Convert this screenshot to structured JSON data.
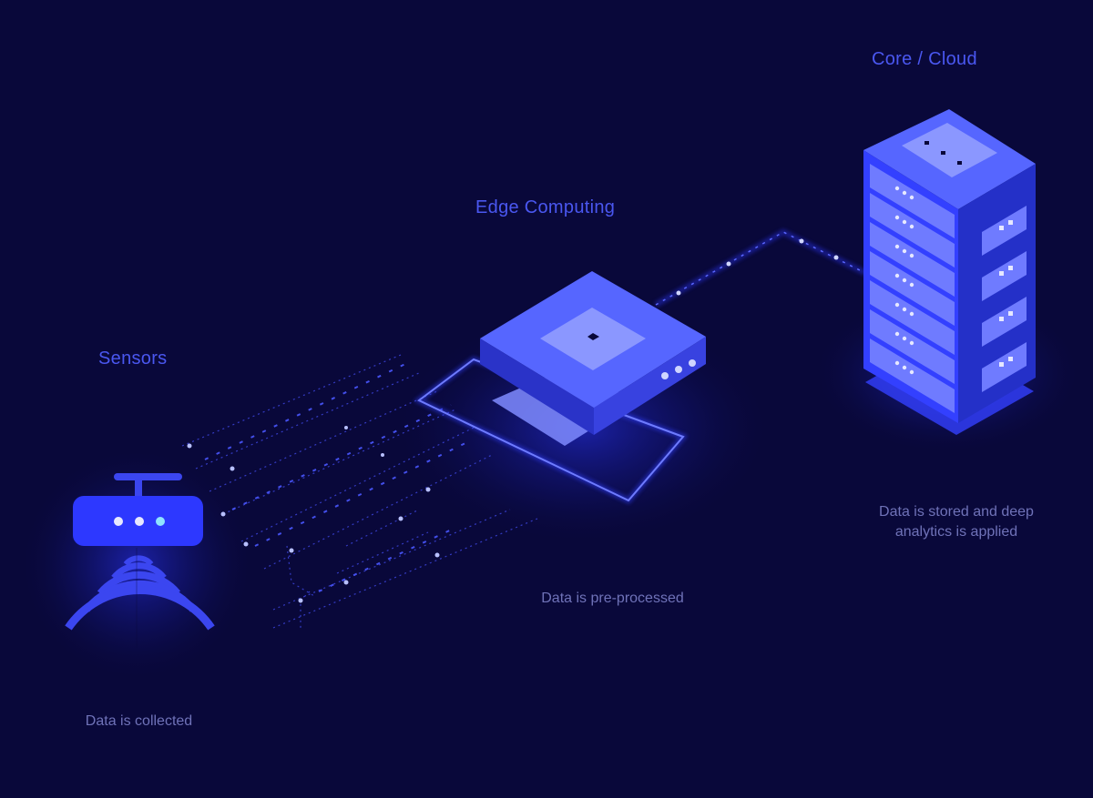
{
  "diagram": {
    "nodes": [
      {
        "id": "sensors",
        "title": "Sensors",
        "caption": [
          "Data is collected"
        ]
      },
      {
        "id": "edge",
        "title": "Edge Computing",
        "caption": [
          "Data is pre-processed"
        ]
      },
      {
        "id": "cloud",
        "title": "Core / Cloud",
        "caption": [
          "Data is stored and deep",
          "analytics is applied"
        ]
      }
    ],
    "edges": [
      {
        "from": "sensors",
        "to": "edge"
      },
      {
        "from": "edge",
        "to": "cloud"
      }
    ]
  },
  "colors": {
    "background": "#09083a",
    "title": "#4a57f0",
    "caption": "#6f72b8",
    "primary": "#3b46f0",
    "light": "#6f7bff",
    "dark": "#2430c8",
    "glow": "#2a35ff"
  },
  "icons": {
    "sensor": "wifi-sensor-icon",
    "edge": "edge-box-icon",
    "cloud": "server-rack-icon"
  }
}
